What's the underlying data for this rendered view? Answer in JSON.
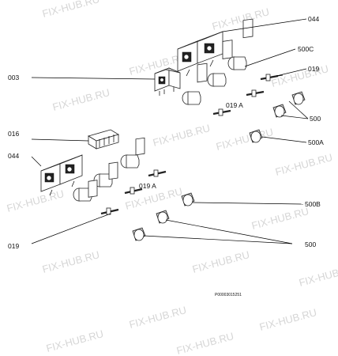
{
  "watermark": "FIX-HUB.RU",
  "reference_code": "P00003015251",
  "labels": {
    "l044_top": "044",
    "l500C": "500C",
    "l003": "003",
    "l019_top": "019",
    "l019A_top": "019 A",
    "l500_mid": "500",
    "l016": "016",
    "l500A": "500A",
    "l044_left": "044",
    "l019A_low": "019 A",
    "l500B": "500B",
    "l019_bottom": "019",
    "l500_bottom": "500"
  }
}
